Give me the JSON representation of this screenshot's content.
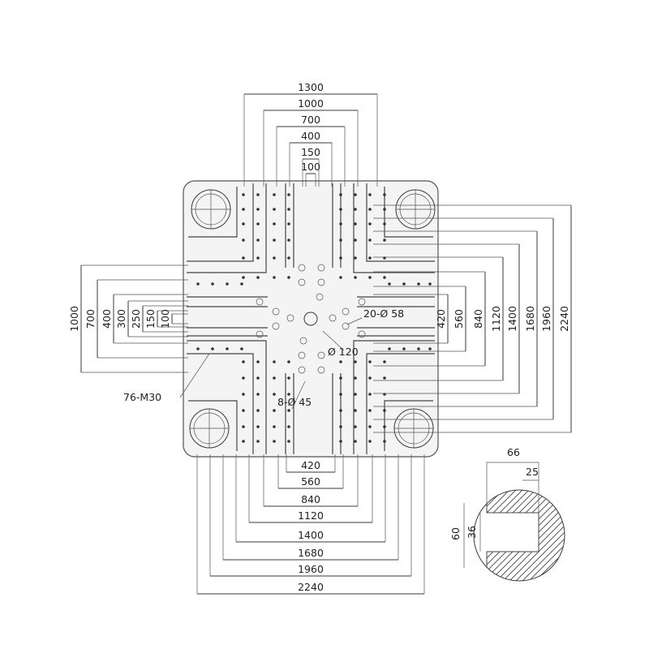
{
  "top_dims": [
    "1300",
    "1000",
    "700",
    "400",
    "150",
    "100"
  ],
  "left_dims": [
    "1000",
    "700",
    "400",
    "300",
    "250",
    "150",
    "100"
  ],
  "bottom_dims": [
    "420",
    "560",
    "840",
    "1120",
    "1400",
    "1680",
    "1960",
    "2240"
  ],
  "right_dims": [
    "420",
    "560",
    "840",
    "1120",
    "1400",
    "1680",
    "1960",
    "2240"
  ],
  "callouts": {
    "holes_58": "20-Ø 58",
    "center_120": "Ø 120",
    "holes_45": "8-Ø 45",
    "threads_m30": "76-M30"
  },
  "slot_detail": {
    "width_66": "66",
    "width_25": "25",
    "height_60": "60",
    "height_36": "36"
  }
}
